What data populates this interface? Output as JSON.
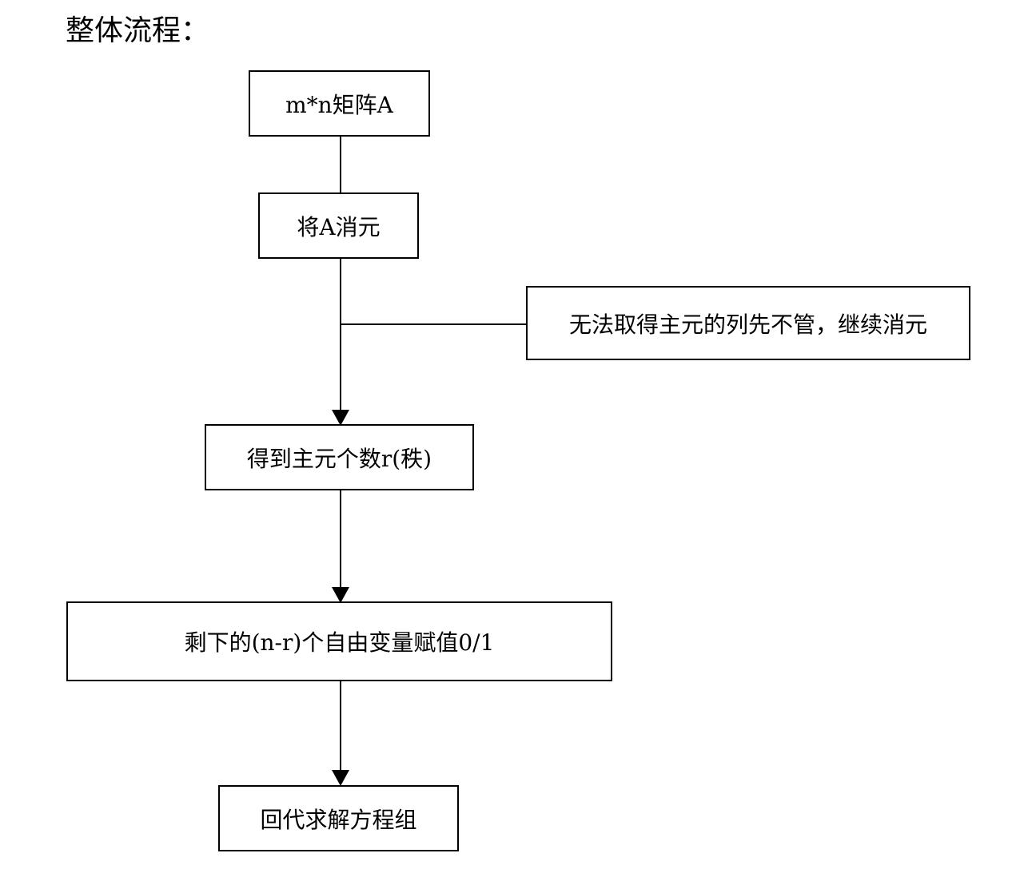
{
  "heading": "整体流程：",
  "nodes": {
    "input": "m*n矩阵A",
    "eliminate": "将A消元",
    "side_note": "无法取得主元的列先不管，继续消元",
    "rank": "得到主元个数r(秩)",
    "assign_free": "剩下的(n-r)个自由变量赋值0/1",
    "back_substitute": "回代求解方程组"
  },
  "colors": {
    "stroke": "#000000",
    "background": "#ffffff"
  }
}
